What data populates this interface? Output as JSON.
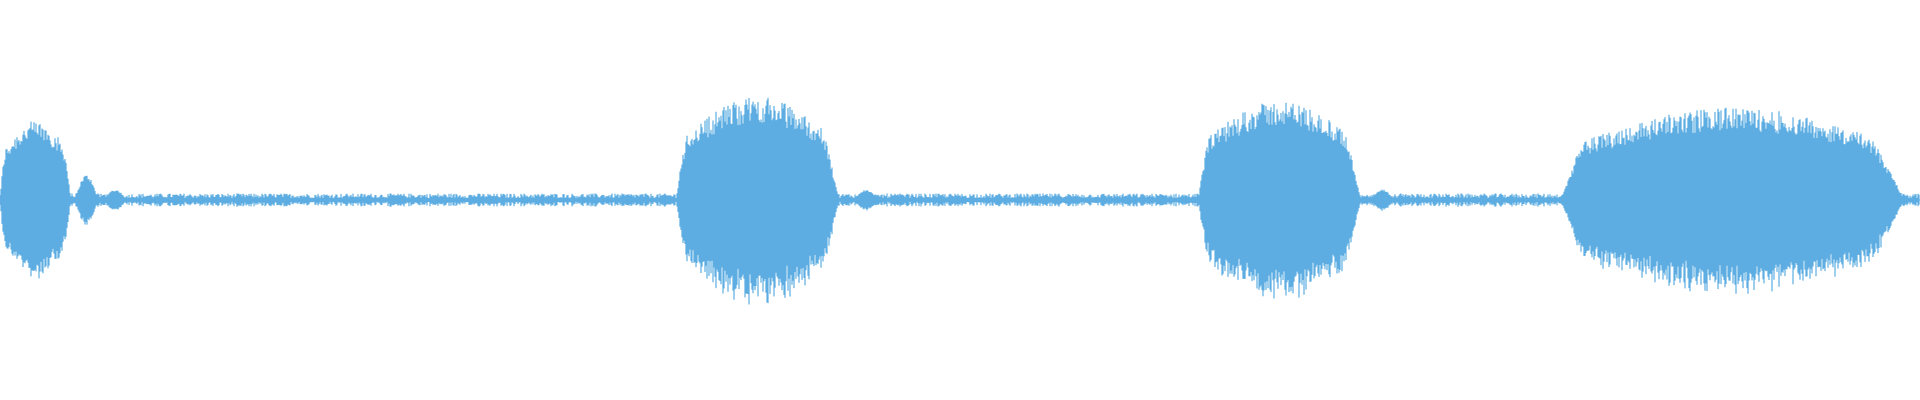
{
  "waveform": {
    "color": "#5DADE2",
    "background": "#FFFFFF",
    "baseline_amplitude": 0.025,
    "segments": [
      {
        "start": 0.0,
        "end": 0.037,
        "peak": 0.36
      },
      {
        "start": 0.352,
        "end": 0.437,
        "peak": 0.47
      },
      {
        "start": 0.624,
        "end": 0.709,
        "peak": 0.45
      },
      {
        "start": 0.813,
        "end": 0.992,
        "peak": 0.42
      }
    ],
    "decay_blips": [
      {
        "at": 0.045,
        "peak": 0.12
      },
      {
        "at": 0.06,
        "peak": 0.05
      },
      {
        "at": 0.451,
        "peak": 0.05
      },
      {
        "at": 0.72,
        "peak": 0.05
      }
    ]
  }
}
